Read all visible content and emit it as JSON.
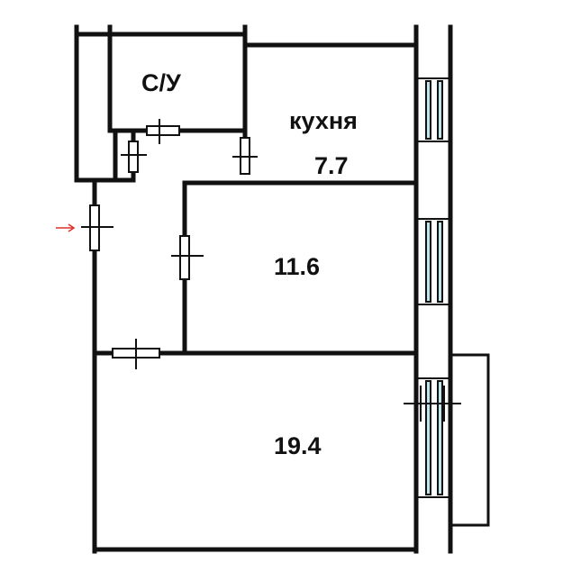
{
  "rooms": {
    "bathroom": {
      "label": "С/У"
    },
    "kitchen": {
      "label": "кухня",
      "area": "7.7"
    },
    "room_middle": {
      "area": "11.6"
    },
    "room_large": {
      "area": "19.4"
    }
  },
  "colors": {
    "wall": "#111111",
    "window_glass": "#bfe6ee",
    "entrance_arrow": "#e0302a"
  },
  "icons": {
    "entrance": "arrow-right-icon"
  }
}
